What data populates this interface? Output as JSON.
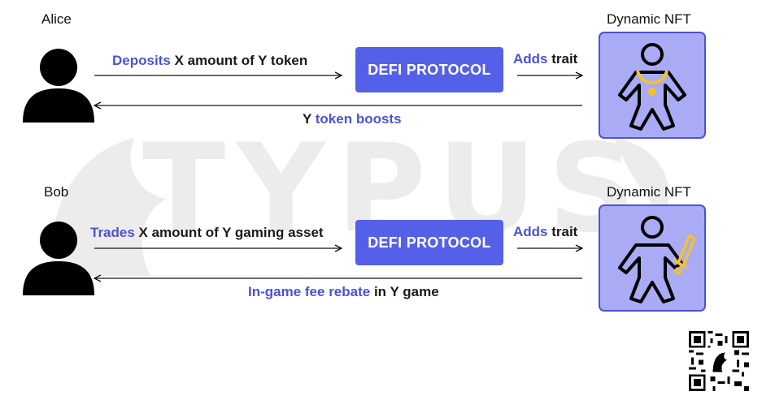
{
  "watermark": {
    "text": "TYPUS"
  },
  "row1": {
    "user_name": "Alice",
    "forward_label": {
      "highlight": "Deposits",
      "rest": " X amount of Y token"
    },
    "protocol_label": "DEFI PROTOCOL",
    "trait_label": {
      "highlight": "Adds",
      "rest": " trait"
    },
    "nft_title": "Dynamic NFT",
    "return_label": {
      "lead": "Y ",
      "highlight": "token boosts"
    }
  },
  "row2": {
    "user_name": "Bob",
    "forward_label": {
      "highlight": "Trades",
      "rest": " X amount of Y gaming asset"
    },
    "protocol_label": "DEFI PROTOCOL",
    "trait_label": {
      "highlight": "Adds",
      "rest": " trait"
    },
    "nft_title": "Dynamic NFT",
    "return_label": {
      "highlight": "In-game fee rebate",
      "rest": " in Y game"
    }
  },
  "colors": {
    "accent": "#4b52d6",
    "protocol_bg": "#5560e8",
    "nft_bg": "#a9abf5",
    "trait_gold": "#f2c230"
  },
  "icons": [
    "person-icon",
    "nft-character-necklace-icon",
    "nft-character-sword-icon",
    "qr-code-icon",
    "typus-logo-watermark"
  ]
}
